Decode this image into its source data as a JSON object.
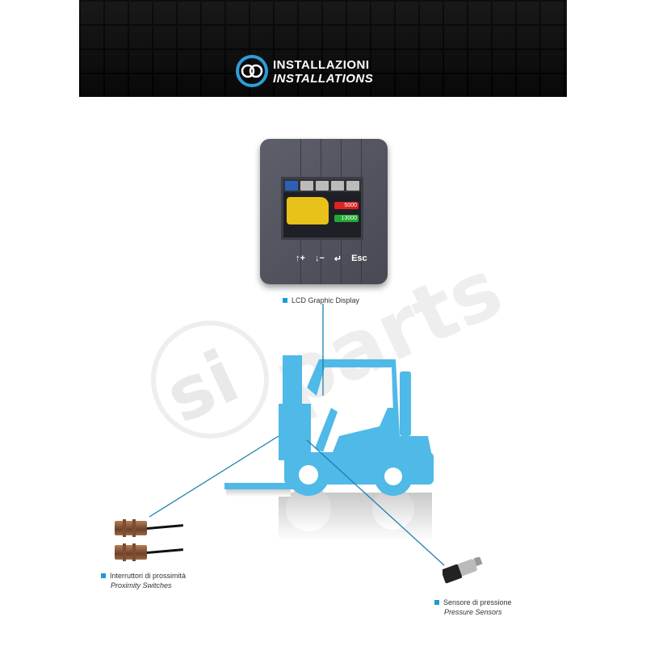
{
  "header": {
    "title_it": "INSTALLAZIONI",
    "title_en": "INSTALLATIONS",
    "logo_icon": "interlocking-rings-icon"
  },
  "watermark": "siparts",
  "display": {
    "label": "LCD Graphic Display",
    "screen_values": [
      "5000",
      "13000"
    ],
    "keys": [
      "↑+",
      "↓−",
      "↵",
      "Esc"
    ]
  },
  "proximity": {
    "label_it": "Interruttori di prossimità",
    "label_en": "Proximity Switches"
  },
  "pressure": {
    "label_it": "Sensore di pressione",
    "label_en": "Pressure Sensors"
  },
  "colors": {
    "accent": "#1e9ad6",
    "forklift": "#4fb9e8",
    "header": "#111111"
  }
}
